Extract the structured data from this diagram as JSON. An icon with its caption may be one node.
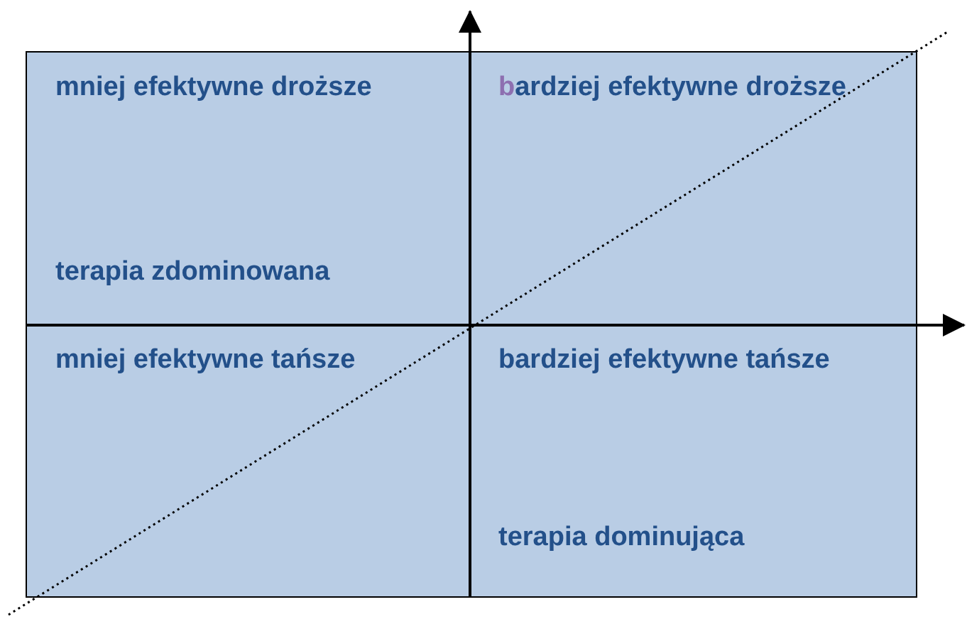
{
  "diagram": {
    "nodes": [
      {
        "text": [
          "mniej efektywne droższe",
          "terapia zdominowana"
        ]
      },
      {
        "text": [
          "bardziej efektywne droższe"
        ]
      },
      {
        "text": [
          "mniej efektywne tańsze"
        ]
      },
      {
        "text": [
          "bardziej efektywne tańsze",
          "terapia dominująca"
        ]
      }
    ],
    "edges": []
  }
}
